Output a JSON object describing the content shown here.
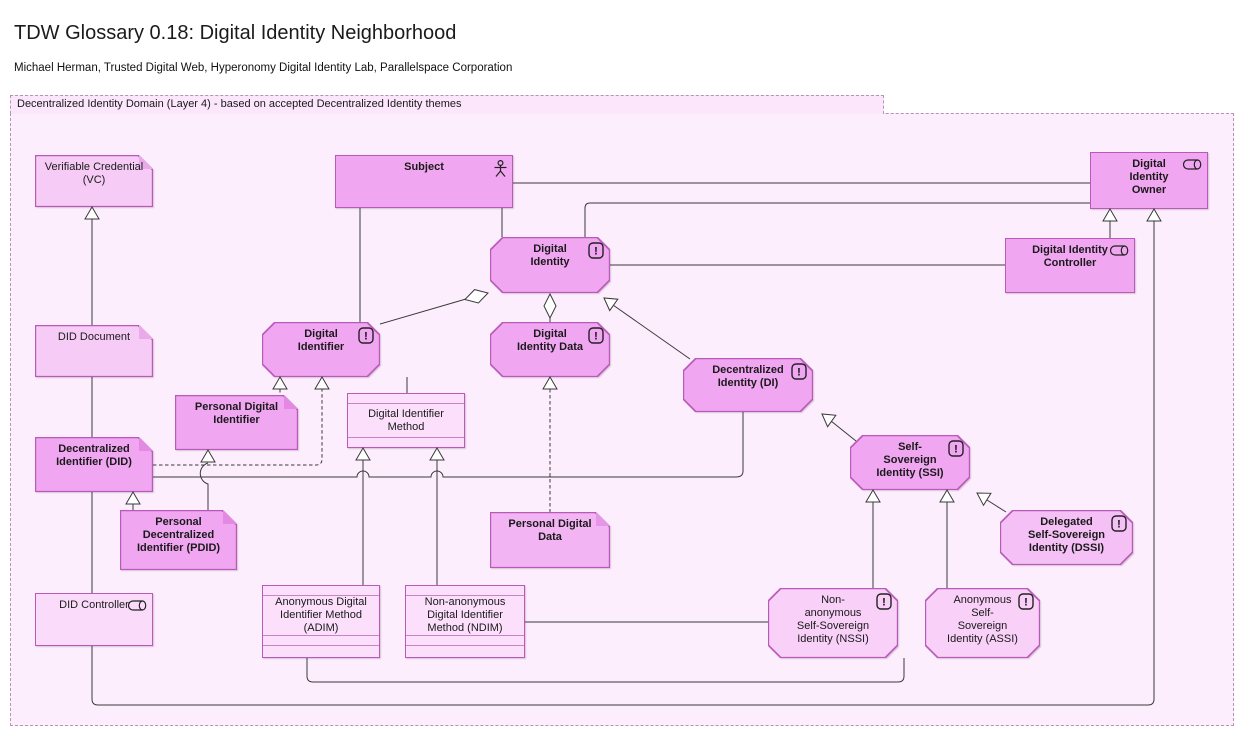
{
  "title": "TDW Glossary 0.18: Digital Identity Neighborhood",
  "subtitle": "Michael Herman, Trusted Digital Web, Hyperonomy Digital Identity Lab, Parallelspace Corporation",
  "group": {
    "label": "Decentralized Identity Domain (Layer 4) - based on accepted Decentralized Identity themes"
  },
  "colors": {
    "bright_fill": "#f1a6f1",
    "light_fill": "#fbdffb",
    "note_light_fill": "#f6cbf6",
    "border": "#b95ab9",
    "group_bg": "#fdeefd",
    "line": "#3a3a3a"
  },
  "nodes": [
    {
      "id": "vc",
      "label": "Verifiable Credential\n(VC)",
      "shape": "note",
      "icon": null,
      "bold": false
    },
    {
      "id": "did_document",
      "label": "DID Document",
      "shape": "note",
      "icon": null,
      "bold": false
    },
    {
      "id": "subject",
      "label": "Subject",
      "shape": "rect",
      "icon": "actor",
      "bold": true
    },
    {
      "id": "di_owner",
      "label": "Digital\nIdentity\nOwner",
      "shape": "rect",
      "icon": "role",
      "bold": true
    },
    {
      "id": "di_controller",
      "label": "Digital Identity\nController",
      "shape": "rect",
      "icon": "role",
      "bold": true
    },
    {
      "id": "digital_identity",
      "label": "Digital\nIdentity",
      "shape": "oct",
      "icon": "exclaim",
      "bold": true
    },
    {
      "id": "digital_identifier",
      "label": "Digital\nIdentifier",
      "shape": "oct",
      "icon": "exclaim",
      "bold": true
    },
    {
      "id": "did_data",
      "label": "Digital\nIdentity Data",
      "shape": "oct",
      "icon": "exclaim",
      "bold": true
    },
    {
      "id": "di",
      "label": "Decentralized\nIdentity (DI)",
      "shape": "oct",
      "icon": "exclaim",
      "bold": true
    },
    {
      "id": "pdi",
      "label": "Personal Digital\nIdentifier",
      "shape": "note",
      "icon": null,
      "bold": true
    },
    {
      "id": "dim",
      "label": "Digital Identifier\nMethod",
      "shape": "class",
      "icon": null,
      "bold": false
    },
    {
      "id": "pdd",
      "label": "Personal Digital\nData",
      "shape": "note",
      "icon": null,
      "bold": true
    },
    {
      "id": "did",
      "label": "Decentralized\nIdentifier (DID)",
      "shape": "note",
      "icon": null,
      "bold": true
    },
    {
      "id": "pdid",
      "label": "Personal\nDecentralized\nIdentifier (PDID)",
      "shape": "note",
      "icon": null,
      "bold": true
    },
    {
      "id": "did_controller",
      "label": "DID Controller",
      "shape": "rect",
      "icon": "role",
      "bold": false
    },
    {
      "id": "adim",
      "label": "Anonymous Digital\nIdentifier Method\n(ADIM)",
      "shape": "class",
      "icon": null,
      "bold": false
    },
    {
      "id": "ndim",
      "label": "Non-anonymous\nDigital Identifier\nMethod (NDIM)",
      "shape": "class",
      "icon": null,
      "bold": false
    },
    {
      "id": "ssi",
      "label": "Self-\nSovereign\nIdentity (SSI)",
      "shape": "oct",
      "icon": "exclaim",
      "bold": true
    },
    {
      "id": "dssi",
      "label": "Delegated\nSelf-Sovereign\nIdentity (DSSI)",
      "shape": "oct",
      "icon": "exclaim",
      "bold": true
    },
    {
      "id": "nssi",
      "label": "Non-\nanonymous\nSelf-Sovereign\nIdentity (NSSI)",
      "shape": "oct",
      "icon": "exclaim",
      "bold": false
    },
    {
      "id": "assi",
      "label": "Anonymous\nSelf-\nSovereign\nIdentity (ASSI)",
      "shape": "oct",
      "icon": "exclaim",
      "bold": false
    }
  ],
  "edges": [
    {
      "source": "did_document",
      "target": "vc",
      "relation": "generalization",
      "line": "solid"
    },
    {
      "source": "did_document",
      "target": "did",
      "relation": "association",
      "line": "solid"
    },
    {
      "source": "did",
      "target": "did_controller",
      "relation": "association",
      "line": "solid"
    },
    {
      "source": "did_controller",
      "target": "di_owner",
      "relation": "generalization",
      "line": "solid"
    },
    {
      "source": "di_controller",
      "target": "di_owner",
      "relation": "generalization",
      "line": "solid"
    },
    {
      "source": "subject",
      "target": "di_owner",
      "relation": "association",
      "line": "solid"
    },
    {
      "source": "digital_identity",
      "target": "di_owner",
      "relation": "association",
      "line": "solid"
    },
    {
      "source": "subject",
      "target": "digital_identity",
      "relation": "association",
      "line": "solid"
    },
    {
      "source": "subject",
      "target": "digital_identifier",
      "relation": "association",
      "line": "solid"
    },
    {
      "source": "digital_identity",
      "target": "di_controller",
      "relation": "association",
      "line": "solid"
    },
    {
      "source": "digital_identifier",
      "target": "digital_identity",
      "relation": "aggregation",
      "line": "solid"
    },
    {
      "source": "did_data",
      "target": "digital_identity",
      "relation": "aggregation",
      "line": "solid"
    },
    {
      "source": "di",
      "target": "digital_identity",
      "relation": "generalization",
      "line": "solid"
    },
    {
      "source": "pdi",
      "target": "digital_identifier",
      "relation": "realization",
      "line": "dashed"
    },
    {
      "source": "did",
      "target": "digital_identifier",
      "relation": "realization",
      "line": "dashed"
    },
    {
      "source": "did",
      "target": "di",
      "relation": "association",
      "line": "solid"
    },
    {
      "source": "pdid",
      "target": "did",
      "relation": "generalization",
      "line": "solid"
    },
    {
      "source": "pdid",
      "target": "pdi",
      "relation": "generalization",
      "line": "solid"
    },
    {
      "source": "pdd",
      "target": "did_data",
      "relation": "realization",
      "line": "dashed"
    },
    {
      "source": "digital_identifier",
      "target": "dim",
      "relation": "association",
      "line": "solid"
    },
    {
      "source": "adim",
      "target": "dim",
      "relation": "generalization",
      "line": "solid"
    },
    {
      "source": "ndim",
      "target": "dim",
      "relation": "generalization",
      "line": "solid"
    },
    {
      "source": "ssi",
      "target": "di",
      "relation": "generalization",
      "line": "solid"
    },
    {
      "source": "nssi",
      "target": "ssi",
      "relation": "generalization",
      "line": "solid"
    },
    {
      "source": "assi",
      "target": "ssi",
      "relation": "generalization",
      "line": "solid"
    },
    {
      "source": "dssi",
      "target": "ssi",
      "relation": "generalization",
      "line": "solid"
    },
    {
      "source": "ndim",
      "target": "nssi",
      "relation": "association",
      "line": "solid"
    },
    {
      "source": "adim",
      "target": "assi",
      "relation": "association",
      "line": "solid"
    }
  ]
}
